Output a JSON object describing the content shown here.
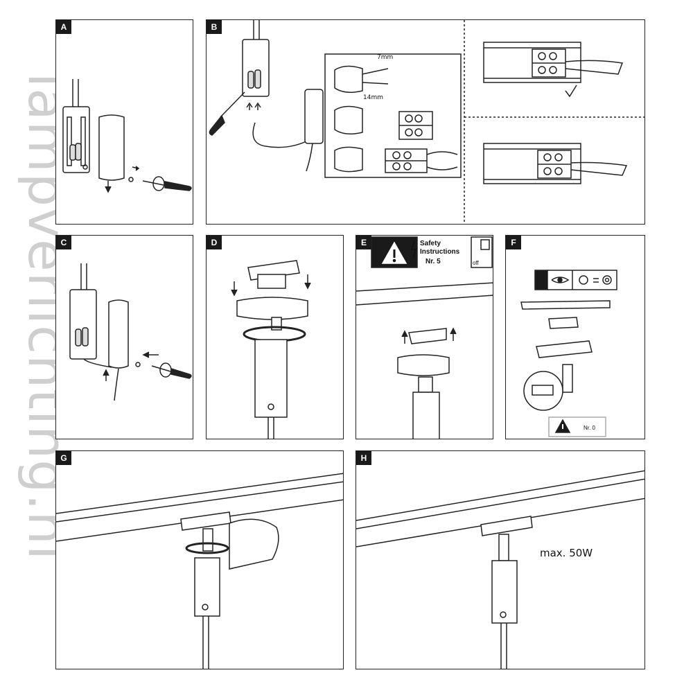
{
  "watermark": "lampverlichting.nl",
  "panels": {
    "a": "A",
    "b": "B",
    "c": "C",
    "d": "D",
    "e": "E",
    "f": "F",
    "g": "G",
    "h": "H"
  },
  "panel_b": {
    "strip_top": "7mm",
    "strip_bottom": "14mm"
  },
  "panel_e": {
    "safety_line1": "Safety",
    "safety_line2": "Instructions",
    "safety_nr": "Nr. 5",
    "off": "off"
  },
  "panel_f": {
    "nr": "Nr. 0"
  },
  "panel_h": {
    "max_power": "max. 50W"
  }
}
